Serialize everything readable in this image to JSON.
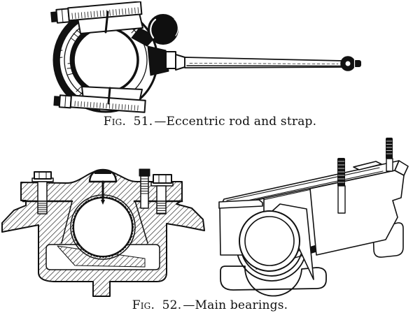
{
  "page": {
    "background_color": "#ffffff",
    "ink_color": "#111111"
  },
  "figure_51": {
    "label": "Fig. 51.",
    "caption": "—Eccentric rod and strap."
  },
  "figure_52": {
    "label": "Fig. 52.",
    "caption": "—Main bearings."
  }
}
